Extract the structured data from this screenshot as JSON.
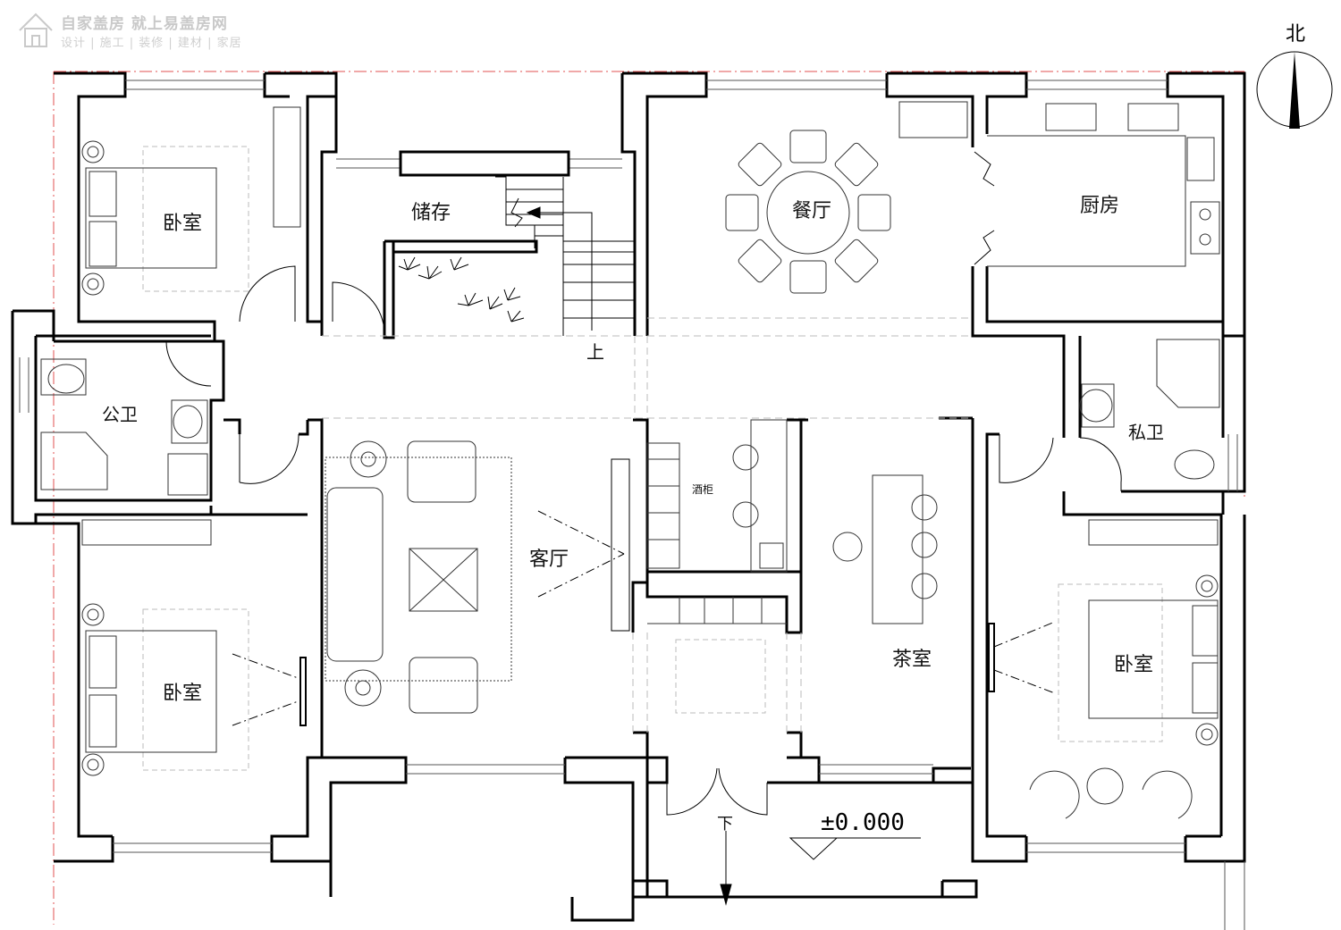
{
  "watermark": {
    "title": "自家盖房 就上易盖房网",
    "subtitle": "设计 | 施工 | 装修 | 建材 | 家居",
    "logo_icon": "house-logo-icon"
  },
  "north_label": "北",
  "rooms": {
    "bedroom_nw": "卧室",
    "storage": "储存",
    "dining": "餐厅",
    "kitchen": "厨房",
    "public_bath": "公卫",
    "private_bath": "私卫",
    "living": "客厅",
    "wine_cabinet": "酒柜",
    "tea_room": "茶室",
    "bedroom_sw": "卧室",
    "bedroom_se": "卧室"
  },
  "stairs": {
    "up": "上",
    "down": "下"
  },
  "elevation": "±0.000",
  "colors": {
    "wall": "#000000",
    "furniture": "#333333",
    "dashed": "#bbbbbb",
    "boundary": "#e05050",
    "watermark": "#c9c9c9"
  }
}
